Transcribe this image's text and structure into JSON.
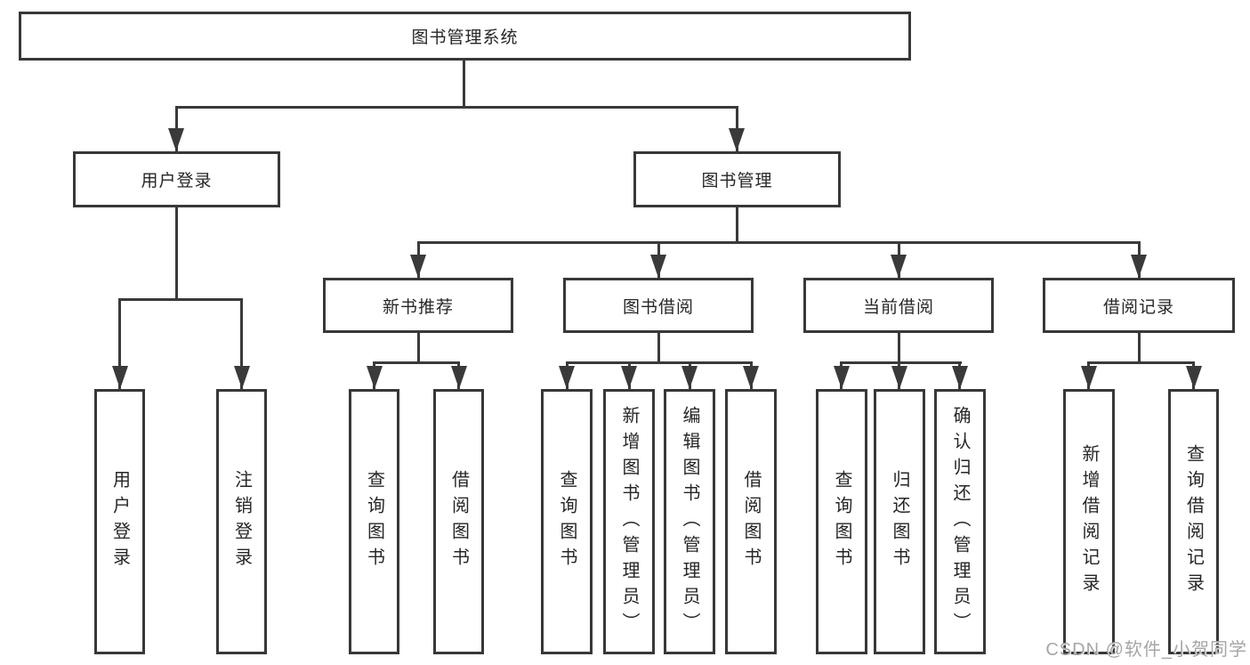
{
  "diagram": {
    "title": "图书管理系统",
    "level2": [
      "用户登录",
      "图书管理"
    ],
    "level3": [
      "新书推荐",
      "图书借阅",
      "当前借阅",
      "借阅记录"
    ],
    "leaves": {
      "user_login": [
        "用户登录",
        "注销登录"
      ],
      "new_book_recommend": [
        "查询图书",
        "借阅图书"
      ],
      "book_borrow": [
        "查询图书",
        "新增图书（管理员）",
        "编辑图书（管理员）",
        "借阅图书"
      ],
      "current_borrow": [
        "查询图书",
        "归还图书",
        "确认归还（管理员）"
      ],
      "borrow_record": [
        "新增借阅记录",
        "查询借阅记录"
      ]
    },
    "watermark": "CSDN @软件_小贺同学",
    "colors": {
      "line": "#3a3a3a",
      "box_border": "#383838",
      "text": "#262626",
      "watermark_text": "#a6a6a6",
      "background": "#ffffff"
    }
  }
}
